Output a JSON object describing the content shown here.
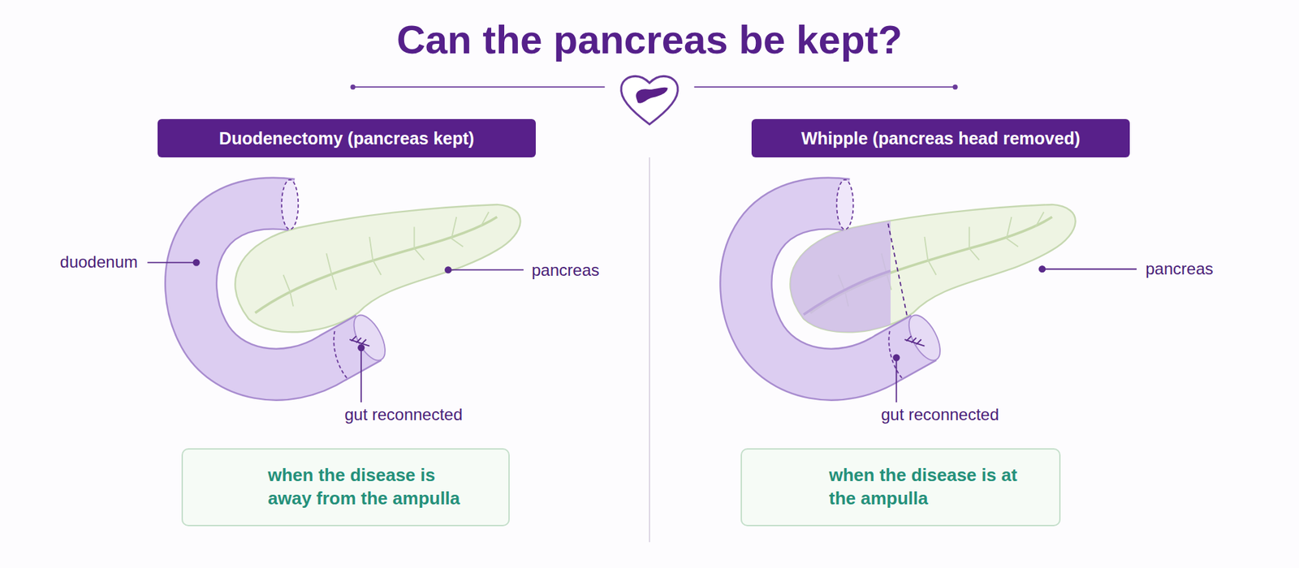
{
  "diagram": {
    "title": "Can the pancreas be kept?",
    "nodes": [
      {
        "text": [
          "Duodenectomy (pancreas kept)"
        ]
      },
      {
        "text": [
          "Whipple (pancreas head removed)"
        ]
      },
      {
        "text": [
          "when the disease is away from the ampulla"
        ]
      },
      {
        "text": [
          "when the disease is at the ampulla"
        ]
      }
    ],
    "labels": [
      "duodenum",
      "pancreas",
      "gut reconnected",
      "pancreas",
      "gut reconnected"
    ]
  }
}
